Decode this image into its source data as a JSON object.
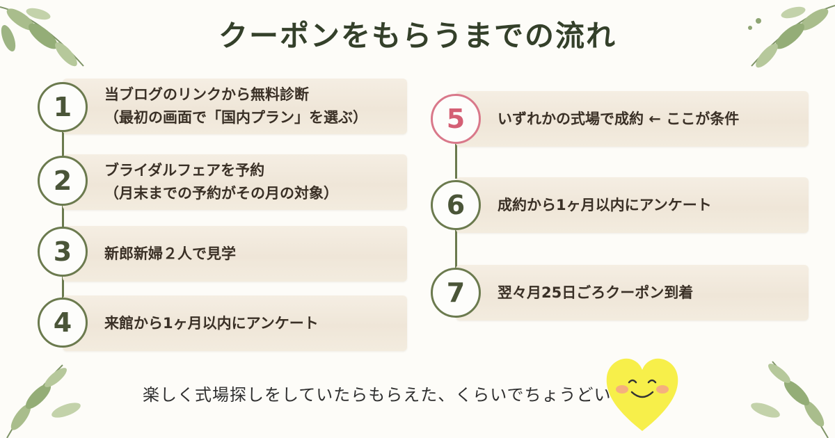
{
  "title": "クーポンをもらうまでの流れ",
  "steps": [
    {
      "num": "1",
      "lines": [
        "当ブログのリンクから無料診断",
        "（最初の画面で「国内プラン」を選ぶ）"
      ]
    },
    {
      "num": "2",
      "lines": [
        "ブライダルフェアを予約",
        "（月末までの予約がその月の対象）"
      ]
    },
    {
      "num": "3",
      "lines": [
        "新郎新婦２人で見学"
      ]
    },
    {
      "num": "4",
      "lines": [
        "来館から1ヶ月以内にアンケート"
      ]
    },
    {
      "num": "5",
      "lines": [
        "いずれかの式場で成約 ← ここが条件"
      ]
    },
    {
      "num": "6",
      "lines": [
        "成約から1ヶ月以内にアンケート"
      ]
    },
    {
      "num": "7",
      "lines": [
        "翌々月25日ごろクーポン到着"
      ]
    }
  ],
  "highlight_step": "5",
  "footer": "楽しく式場探しをしていたらもらえた、くらいでちょうどいい",
  "colors": {
    "accent_green": "#6b7a4e",
    "highlight_pink": "#d9788a",
    "title": "#34402a",
    "heart": "#f7ef4a"
  },
  "icons": [
    "leaf-icon",
    "smiling-heart-icon"
  ]
}
